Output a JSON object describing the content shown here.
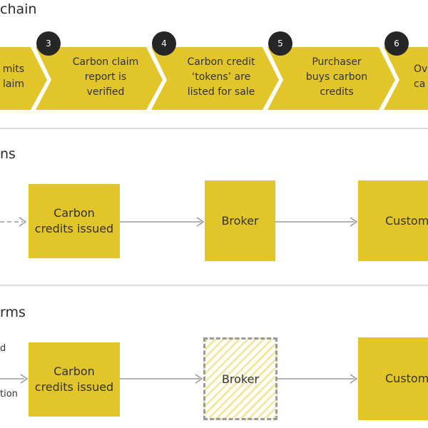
{
  "supply_chain": {
    "title_fragment": "chain",
    "steps": [
      {
        "number": "",
        "text": "mits\nlaim"
      },
      {
        "number": "3",
        "text": "Carbon claim\nreport is\nverified"
      },
      {
        "number": "4",
        "text": "Carbon credit\n‘tokens’ are\nlisted for sale"
      },
      {
        "number": "5",
        "text": "Purchaser\nbuys carbon\ncredits"
      },
      {
        "number": "6",
        "text": "Ov\nca"
      }
    ]
  },
  "section_1": {
    "heading_fragment": "ns",
    "boxes": {
      "issued": "Carbon\ncredits issued",
      "broker": "Broker",
      "customer": "Custom"
    }
  },
  "section_2": {
    "heading_fragment": "rms",
    "left_labels": [
      "d",
      "tion"
    ],
    "boxes": {
      "issued": "Carbon\ncredits issued",
      "broker": "Broker",
      "customer": "Custom"
    }
  },
  "colors": {
    "accent_yellow": "#e2c529",
    "dark": "#262626",
    "line_gray": "#9a9a9a"
  }
}
